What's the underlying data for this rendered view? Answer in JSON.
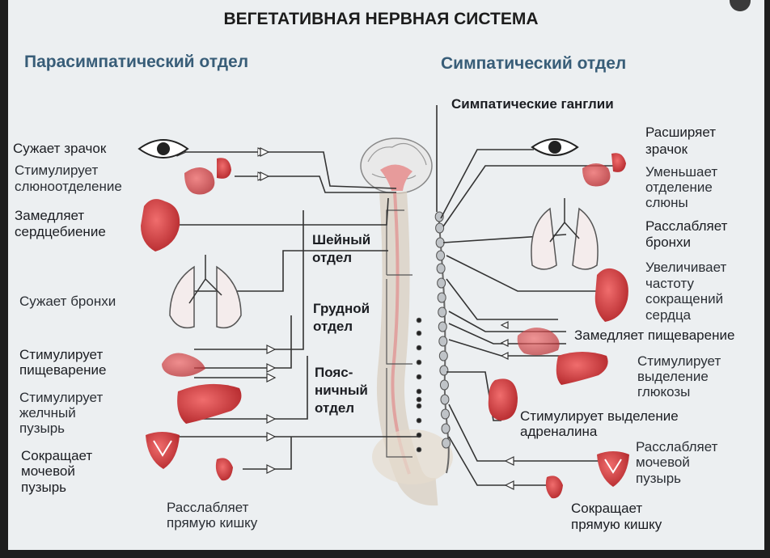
{
  "title": "ВЕГЕТАТИВНАЯ НЕРВНАЯ СИСТЕМА",
  "headings": {
    "parasympathetic": "Парасимпатический отдел",
    "sympathetic": "Симпатический отдел",
    "ganglia": "Симпатические ганглии"
  },
  "regions": {
    "cervical": [
      "Шейный",
      "отдел"
    ],
    "thoracic": [
      "Грудной",
      "отдел"
    ],
    "lumbar": [
      "Пояс-",
      "ничный",
      "отдел"
    ]
  },
  "left": [
    [
      "Сужает зрачок"
    ],
    [
      "Стимулирует",
      "слюноотделение"
    ],
    [
      "Замедляет",
      "сердцебиение"
    ],
    [
      "Сужает бронхи"
    ],
    [
      "Стимулирует",
      "пищеварение"
    ],
    [
      "Стимулирует",
      "желчный",
      "пузырь"
    ],
    [
      "Сокращает",
      "мочевой",
      "пузырь"
    ],
    [
      "Расслабляет",
      "прямую кишку"
    ]
  ],
  "right": [
    [
      "Расширяет",
      "зрачок"
    ],
    [
      "Уменьшает",
      "отделение",
      "слюны"
    ],
    [
      "Расслабляет",
      "бронхи"
    ],
    [
      "Увеличивает",
      "частоту",
      "сокращений",
      "сердца"
    ],
    [
      "Замедляет пищеварение"
    ],
    [
      "Стимулирует",
      "выделение",
      "глюкозы"
    ],
    [
      "Стимулирует выделение",
      "адреналина"
    ],
    [
      "Расслабляет",
      "мочевой",
      "пузырь"
    ],
    [
      "Сокращает",
      "прямую кишку"
    ]
  ]
}
